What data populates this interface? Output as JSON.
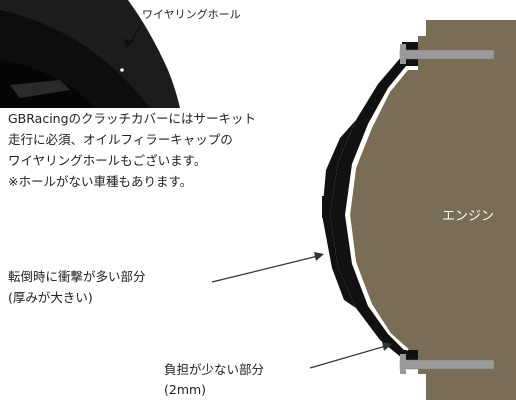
{
  "photo": {
    "wire_hole_label": "ワイヤリングホール"
  },
  "description": {
    "lines": [
      "GBRacingのクラッチカバーにはサーキット",
      "走行に必須、オイルフィラーキャップの",
      "ワイヤリングホールもございます。",
      "※ホールがない車種もあります。"
    ]
  },
  "engine_label": "エンジン",
  "callouts": {
    "impact_area": {
      "line1": "転倒時に衝撃が多い部分",
      "line2": "(厚みが大きい)"
    },
    "low_load_area": {
      "line1": "負担が少ない部分",
      "line2": "(2mm)"
    }
  },
  "colors": {
    "engine": "#7a6d55",
    "cover": "#111111",
    "bolt": "#9a9a9a",
    "photo_bg": "#1a1a1a"
  }
}
